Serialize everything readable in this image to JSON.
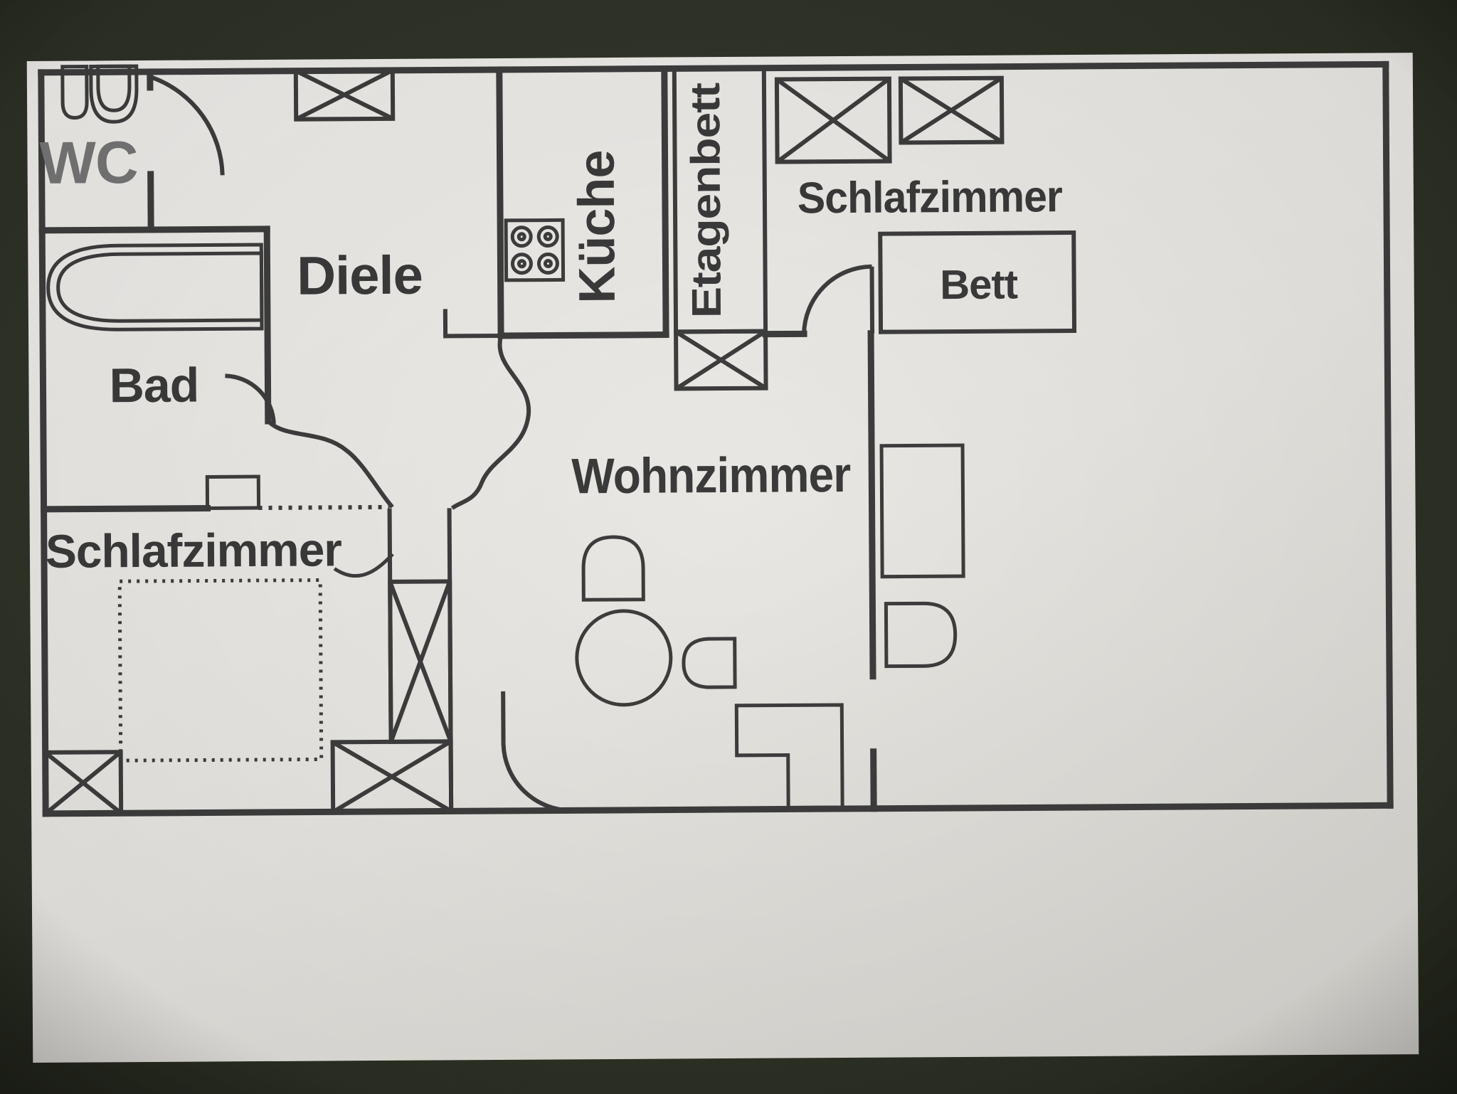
{
  "floorplan": {
    "rooms": {
      "wc": "WC",
      "diele": "Diele",
      "kueche": "Küche",
      "bad": "Bad",
      "schlafzimmer_left": "Schlafzimmer",
      "schlafzimmer_right": "Schlafzimmer",
      "wohnzimmer": "Wohnzimmer"
    },
    "furniture": {
      "etagenbett": "Etagenbett",
      "bett": "Bett"
    },
    "colors": {
      "background": "#30342a",
      "background_edge": "#1d2017",
      "paper": "#eceae6",
      "paper_edge": "#d8d6d1",
      "wall": "#3d3d3d",
      "label": "#3a3a3a",
      "wc_label": "#757575"
    }
  }
}
